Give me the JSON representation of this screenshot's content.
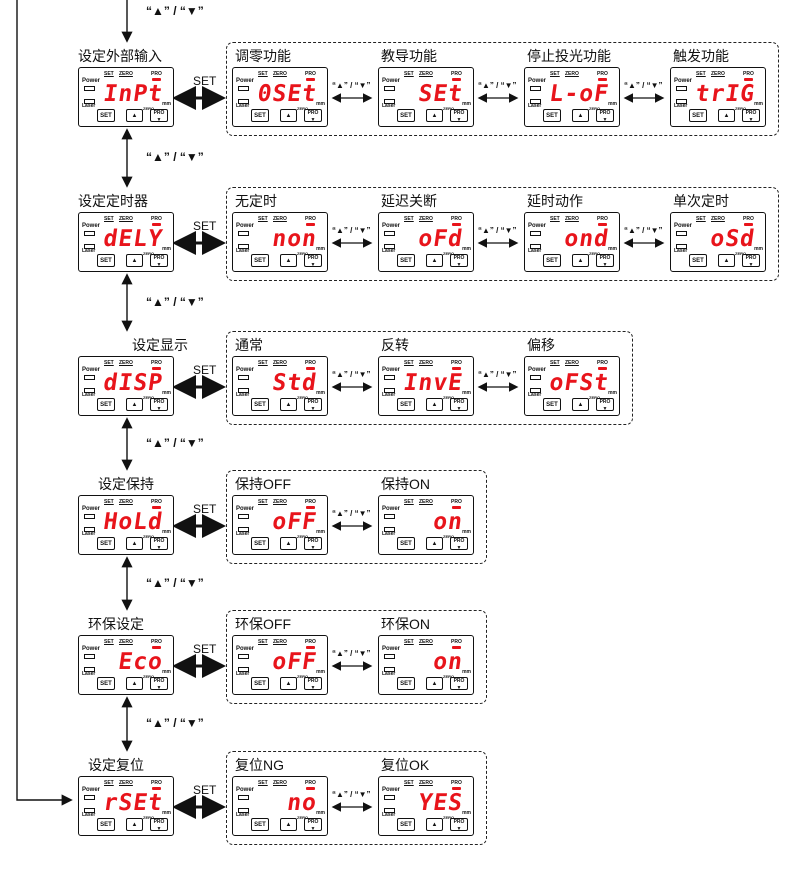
{
  "nav_label": "“▲” / “▼”",
  "set_label": "SET",
  "panel_labels": {
    "power": "Power",
    "laser": "Laser",
    "set": "SET",
    "zero": "ZERO",
    "pro": "PRO",
    "mm": "mm",
    "btn_set": "SET"
  },
  "rows": [
    {
      "title": "设定外部输入",
      "display": "InPt",
      "options": [
        {
          "label": "调零功能",
          "display": "0SEt"
        },
        {
          "label": "教导功能",
          "display": "SEt"
        },
        {
          "label": "停止投光功能",
          "display": "L-oF"
        },
        {
          "label": "触发功能",
          "display": "trIG"
        }
      ]
    },
    {
      "title": "设定定时器",
      "display": "dELY",
      "options": [
        {
          "label": "无定时",
          "display": "non"
        },
        {
          "label": "延迟关断",
          "display": "oFd"
        },
        {
          "label": "延时动作",
          "display": "ond"
        },
        {
          "label": "单次定时",
          "display": "oSd"
        }
      ]
    },
    {
      "title": "设定显示",
      "display": "dISP",
      "options": [
        {
          "label": "通常",
          "display": "Std"
        },
        {
          "label": "反转",
          "display": "InvE"
        },
        {
          "label": "偏移",
          "display": "oFSt"
        }
      ]
    },
    {
      "title": "设定保持",
      "display": "HoLd",
      "options": [
        {
          "label": "保持OFF",
          "display": "oFF"
        },
        {
          "label": "保持ON",
          "display": "on"
        }
      ]
    },
    {
      "title": "环保设定",
      "display": "Eco",
      "options": [
        {
          "label": "环保OFF",
          "display": "oFF"
        },
        {
          "label": "环保ON",
          "display": "on"
        }
      ]
    },
    {
      "title": "设定复位",
      "display": "rSEt",
      "options": [
        {
          "label": "复位NG",
          "display": "no"
        },
        {
          "label": "复位OK",
          "display": "YES"
        }
      ]
    }
  ]
}
